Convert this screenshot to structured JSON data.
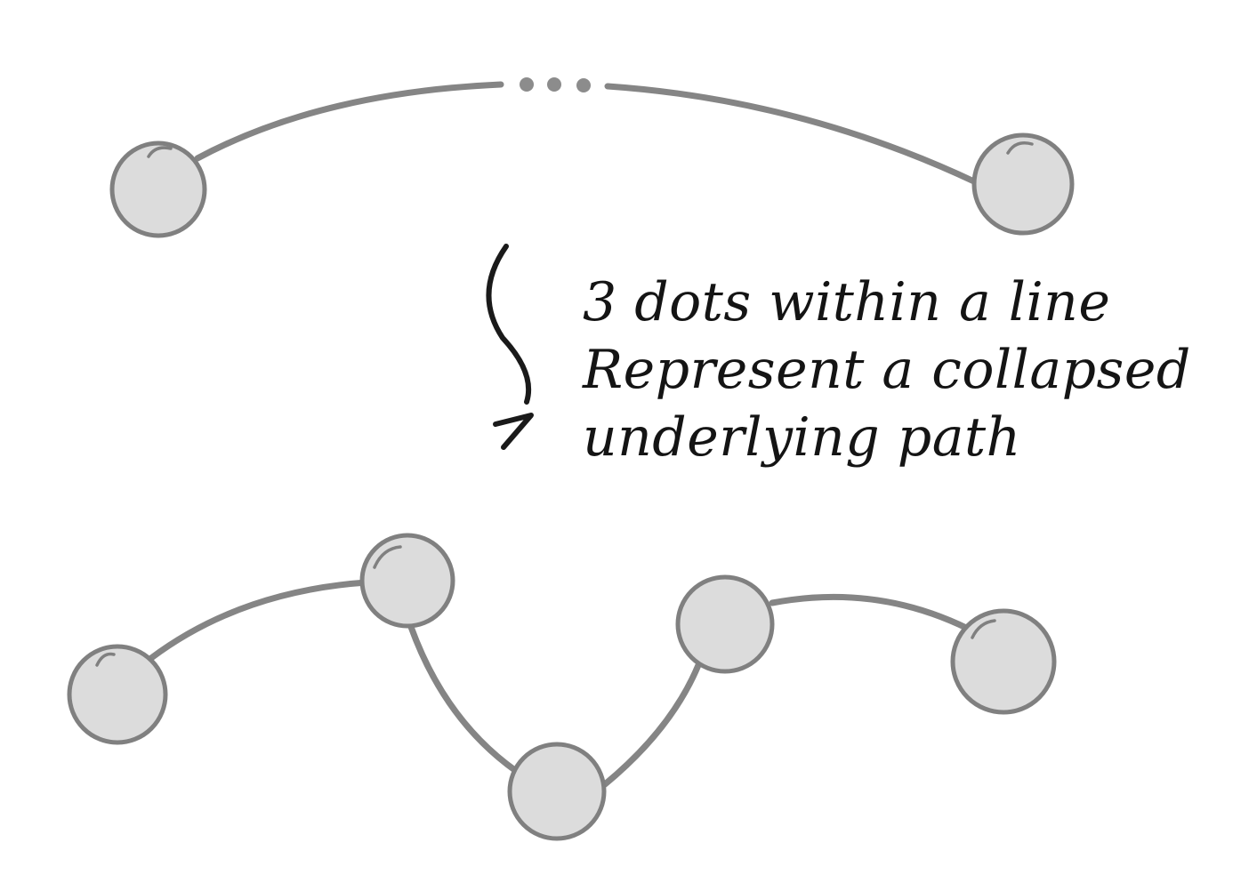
{
  "annotation": {
    "lines": [
      "3 dots within a line",
      "Represent a collapsed",
      "underlying path"
    ]
  },
  "collapsed_path": {
    "visible_nodes": 2,
    "hidden_indicator_dots": 3
  },
  "expanded_path": {
    "node_count": 5
  },
  "colors": {
    "node_fill": "#dcdcdc",
    "node_stroke": "#808080",
    "edge": "#858585",
    "ink": "#1a1a1a",
    "background": "#ffffff"
  }
}
